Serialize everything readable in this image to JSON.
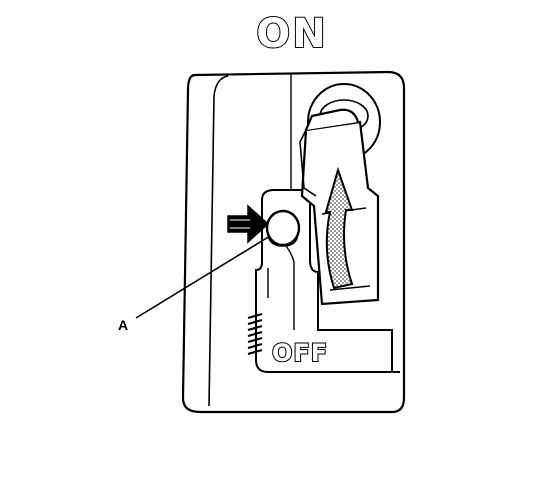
{
  "labels": {
    "on": "ON",
    "off": "OFF",
    "callout": "A"
  },
  "colors": {
    "line": "#000000",
    "background": "#ffffff",
    "arrow_fill": "#9a9a9a"
  },
  "icons": {
    "pointer": "bold-right-arrow-icon",
    "direction": "curved-up-arrow-icon"
  }
}
